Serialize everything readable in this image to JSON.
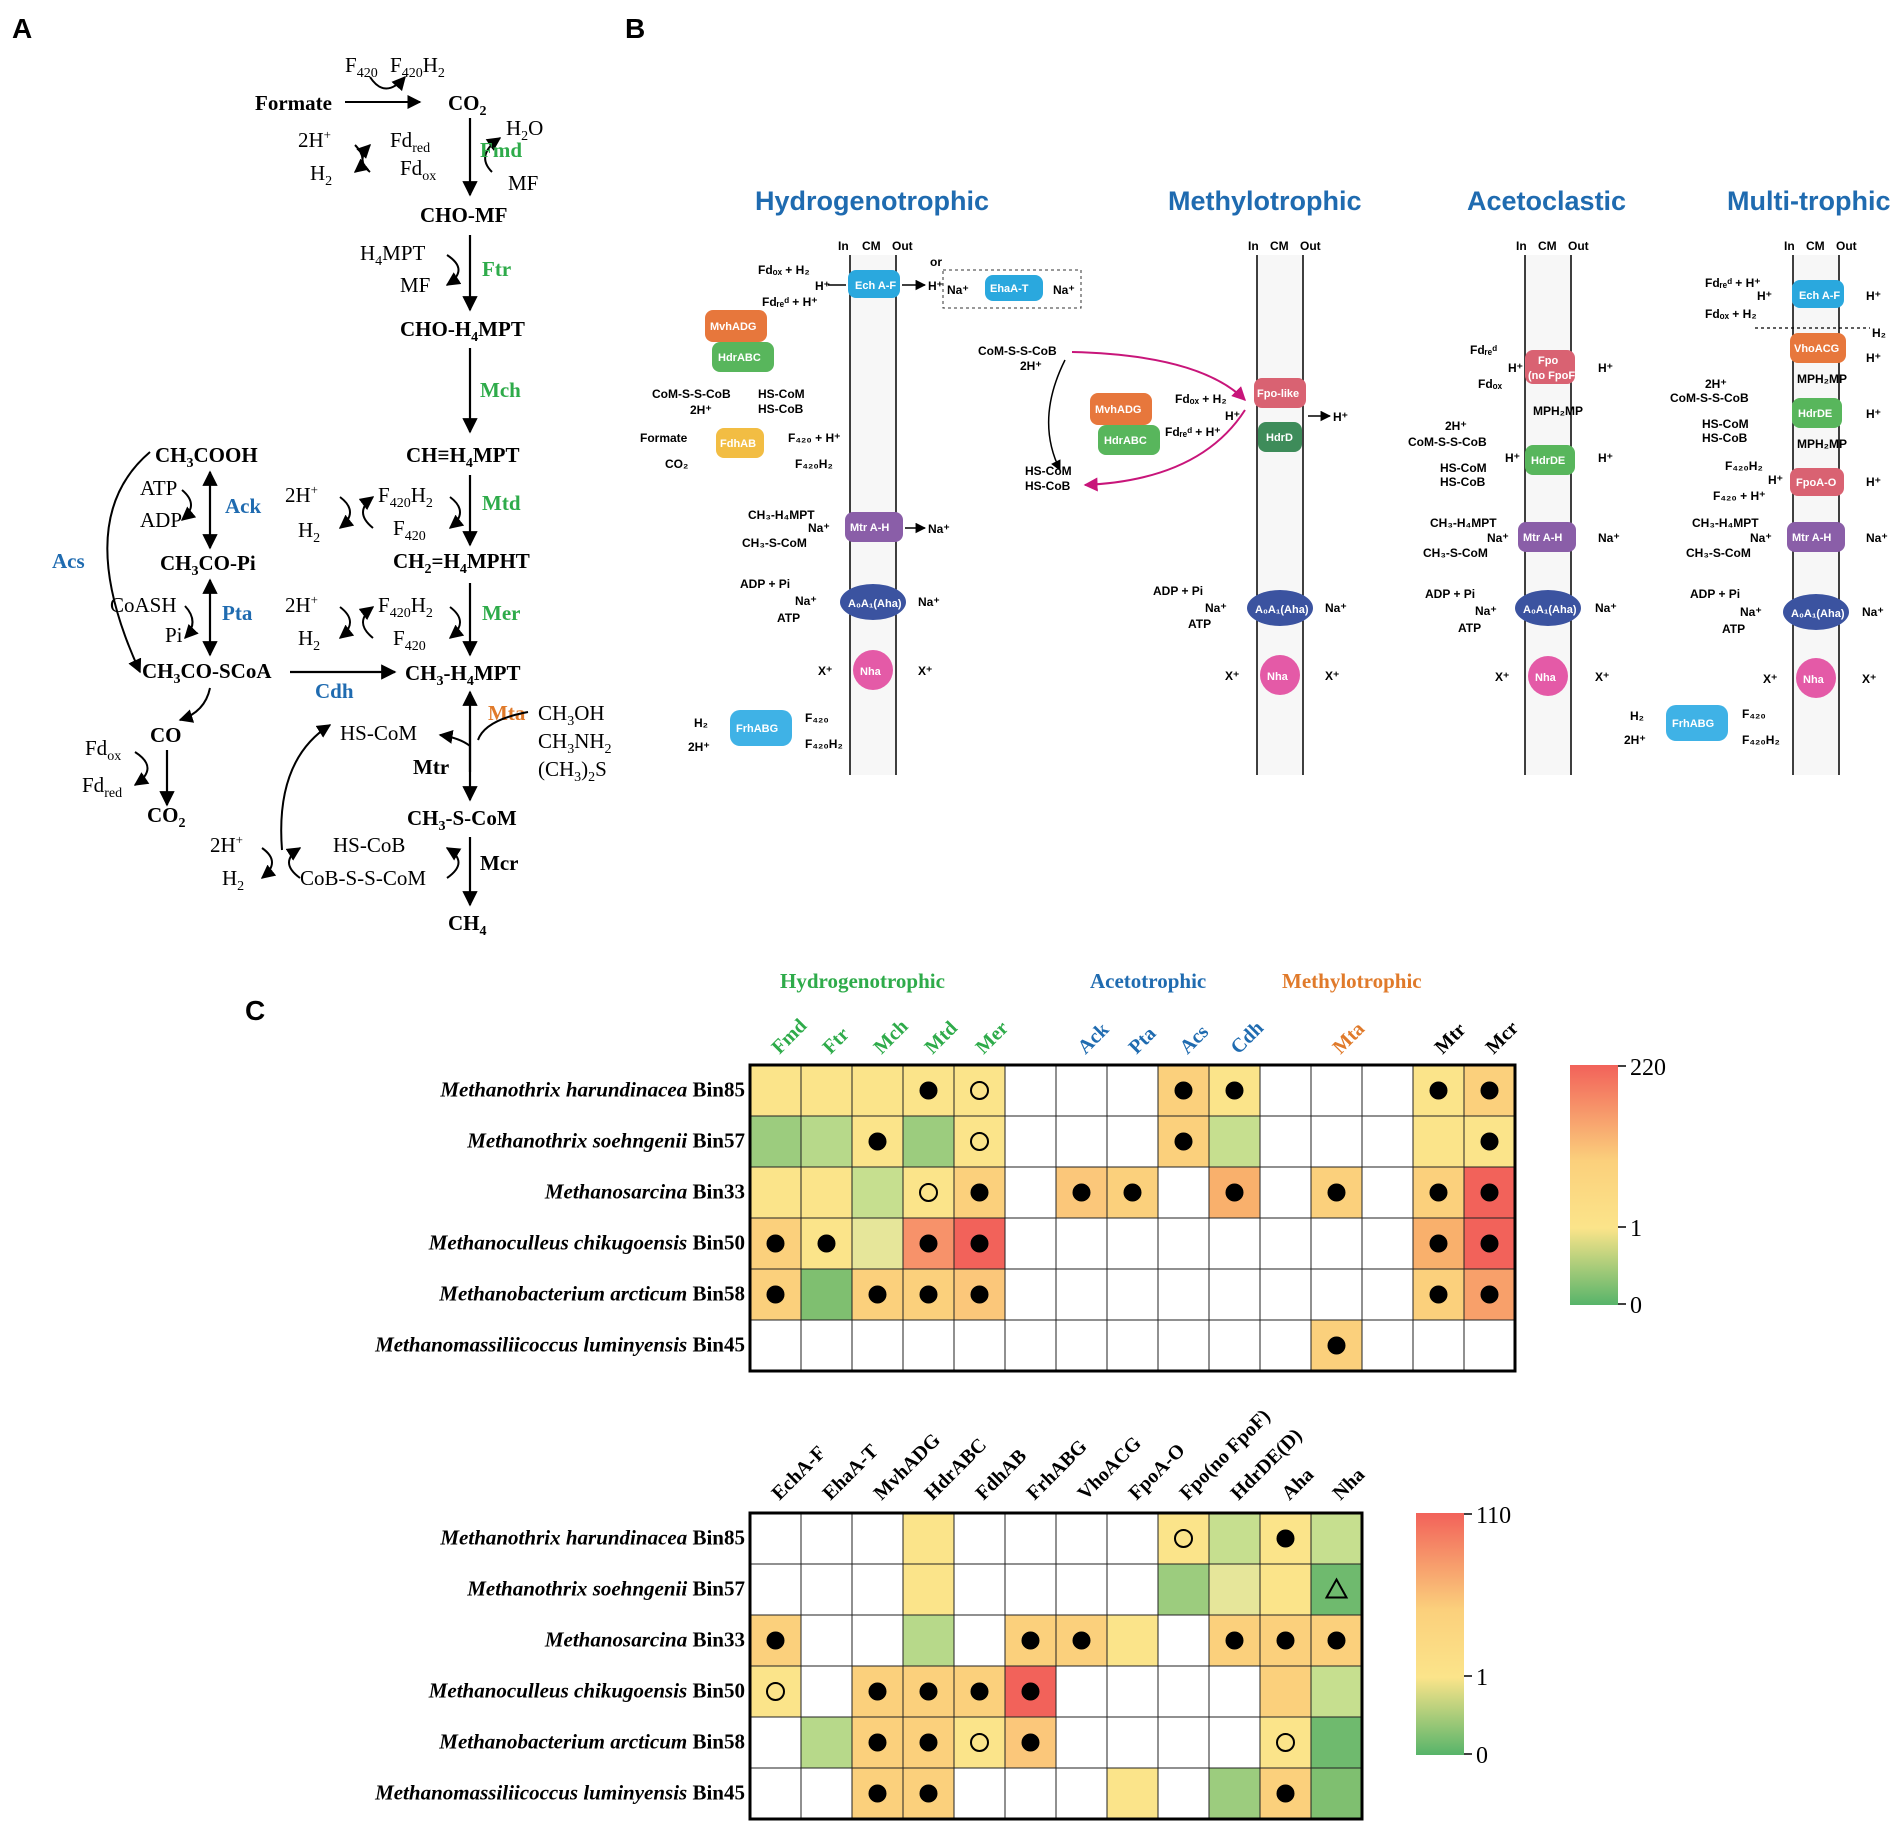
{
  "panels": {
    "a": "A",
    "b": "B",
    "c": "C"
  },
  "panel_a": {
    "formate": "Formate",
    "co2_top": "CO",
    "f420": "F",
    "f420h2": "F",
    "two_h_plus": "2H",
    "h2": "H",
    "fd_red": "Fd",
    "fd_ox": "Fd",
    "h2o": "H",
    "mf": "MF",
    "fmd": "Fmd",
    "cho_mf": "CHO-MF",
    "h4mpt": "H",
    "ftr": "Ftr",
    "cho_h4mpt": "CHO-H",
    "mch": "Mch",
    "ch_h4mpt": "CH≡H",
    "mtd": "Mtd",
    "ch2_h4mpht": "CH",
    "mer": "Mer",
    "ch3_h4mpt": "CH",
    "cdh": "Cdh",
    "ch3cooh": "CH",
    "atp": "ATP",
    "adp": "ADP",
    "ack": "Ack",
    "acs": "Acs",
    "ch3co_pi": "CH",
    "coash": "CoASH",
    "pi": "Pi",
    "pta": "Pta",
    "ch3co_scoa": "CH",
    "co": "CO",
    "co2_bottom": "CO",
    "mta": "Mta",
    "ch3oh": "CH",
    "ch3nh2": "CH",
    "ch3_2s": "(CH",
    "hs_com": "HS-CoM",
    "mtr": "Mtr",
    "ch3_s_com": "CH",
    "hs_cob": "HS-CoB",
    "cob_s_s_com": "CoB-S-S-CoM",
    "mcr": "Mcr",
    "ch4": "CH"
  },
  "panel_b": {
    "headers": [
      "Hydrogenotrophic",
      "Methylotrophic",
      "Acetoclastic",
      "Multi-trophic"
    ],
    "membrane_labels": [
      "In",
      "CM",
      "Out"
    ],
    "complexes": {
      "ech": "Ech A-F",
      "ehaa": "EhaA-T",
      "or": "or",
      "mvhadg": "MvhADG",
      "hdrabc": "HdrABC",
      "fdhab": "FdhAB",
      "mtr": "Mtr A-H",
      "aha": "A₀A₁(Aha)",
      "nha": "Nha",
      "frhabg": "FrhABG",
      "fpo_like": "Fpo-like",
      "hdrd": "HdrD",
      "fpo": "Fpo",
      "no_fpof": "(no FpoF)",
      "hdrde": "HdrDE",
      "vhoacg": "VhoACG",
      "fpoa_o": "FpoA-O"
    },
    "labels": {
      "com_s_s_cob": "CoM-S-S-CoB",
      "two_h": "2H⁺",
      "hs_com": "HS-CoM",
      "hs_cob": "HS-CoB",
      "formate": "Formate",
      "co2": "CO₂",
      "f420_h": "F₄₂₀ + H⁺",
      "f420h2": "F₄₂₀H₂",
      "ch3_h4mpt": "CH₃-H₄MPT",
      "ch3_s_com": "CH₃-S-CoM",
      "na": "Na⁺",
      "adp_pi": "ADP + Pi",
      "atp": "ATP",
      "x_plus": "X⁺",
      "h_plus": "H⁺",
      "h2": "H₂",
      "two_h2": "2H⁺",
      "fd_ox_h2": "Fdₒₓ + H₂",
      "fd_red_h": "Fdᵣₑᵈ + H⁺",
      "fd_red": "Fdᵣₑᵈ",
      "fd_ox": "Fdₒₓ",
      "mph2_mp": "MPH₂MP",
      "f420": "F₄₂₀"
    }
  },
  "panel_c": {
    "scale1": {
      "max": "220",
      "mid": "1",
      "min": "0"
    },
    "scale2": {
      "max": "110",
      "mid": "1",
      "min": "0"
    },
    "groups": [
      {
        "label": "Hydrogenotrophic",
        "color": "#2eab4a"
      },
      {
        "label": "Acetotrophic",
        "color": "#1f6bb0"
      },
      {
        "label": "Methylotrophic",
        "color": "#e07a2a"
      }
    ],
    "rows": [
      {
        "genus": "Methanothrix",
        "species": "harundinacea",
        "bin": "Bin85"
      },
      {
        "genus": "Methanothrix",
        "species": "soehngenii",
        "bin": "Bin57"
      },
      {
        "genus": "Methanosarcina",
        "species": "",
        "bin": "Bin33"
      },
      {
        "genus": "Methanoculleus",
        "species": "chikugoensis",
        "bin": "Bin50"
      },
      {
        "genus": "Methanobacterium",
        "species": "arcticum",
        "bin": "Bin58"
      },
      {
        "genus": "Methanomassiliicoccus",
        "species": "luminyensis",
        "bin": "Bin45"
      }
    ],
    "heatmap1": {
      "columns": [
        {
          "label": "Fmd",
          "color": "#2eab4a"
        },
        {
          "label": "Ftr",
          "color": "#2eab4a"
        },
        {
          "label": "Mch",
          "color": "#2eab4a"
        },
        {
          "label": "Mtd",
          "color": "#2eab4a"
        },
        {
          "label": "Mer",
          "color": "#2eab4a"
        },
        {
          "label": "",
          "color": "#000"
        },
        {
          "label": "Ack",
          "color": "#1f6bb0"
        },
        {
          "label": "Pta",
          "color": "#1f6bb0"
        },
        {
          "label": "Acs",
          "color": "#1f6bb0"
        },
        {
          "label": "Cdh",
          "color": "#1f6bb0"
        },
        {
          "label": "",
          "color": "#000"
        },
        {
          "label": "Mta",
          "color": "#e07a2a"
        },
        {
          "label": "",
          "color": "#000"
        },
        {
          "label": "Mtr",
          "color": "#000"
        },
        {
          "label": "Mcr",
          "color": "#000"
        }
      ],
      "cells": [
        [
          [
            "#fbe48a",
            ""
          ],
          [
            "#fbe48a",
            ""
          ],
          [
            "#fbe48a",
            ""
          ],
          [
            "#fbe48a",
            "dot"
          ],
          [
            "#fbe48a",
            "ring"
          ],
          [
            "",
            ""
          ],
          [
            "",
            ""
          ],
          [
            "",
            ""
          ],
          [
            "#fbd07c",
            "dot"
          ],
          [
            "#fbe48a",
            "dot"
          ],
          [
            "",
            ""
          ],
          [
            "",
            ""
          ],
          [
            "",
            ""
          ],
          [
            "#fbe48a",
            "dot"
          ],
          [
            "#fbd07c",
            "dot"
          ]
        ],
        [
          [
            "#9ccc7e",
            ""
          ],
          [
            "#b7d98a",
            ""
          ],
          [
            "#fbe48a",
            "dot"
          ],
          [
            "#9ccc7e",
            ""
          ],
          [
            "#fbe48a",
            "ring"
          ],
          [
            "",
            ""
          ],
          [
            "",
            ""
          ],
          [
            "",
            ""
          ],
          [
            "#fbd07c",
            "dot"
          ],
          [
            "#c6df8f",
            ""
          ],
          [
            "",
            ""
          ],
          [
            "",
            ""
          ],
          [
            "",
            ""
          ],
          [
            "#fbe48a",
            ""
          ],
          [
            "#fbe48a",
            "dot"
          ]
        ],
        [
          [
            "#fbe48a",
            ""
          ],
          [
            "#fbe48a",
            ""
          ],
          [
            "#c6df8f",
            ""
          ],
          [
            "#fbe48a",
            "ring"
          ],
          [
            "#fbd07c",
            "dot"
          ],
          [
            "",
            ""
          ],
          [
            "#fbc77a",
            "dot"
          ],
          [
            "#fbd07c",
            "dot"
          ],
          [
            "",
            ""
          ],
          [
            "#f9b06c",
            "dot"
          ],
          [
            "",
            ""
          ],
          [
            "#fbd07c",
            "dot"
          ],
          [
            "",
            ""
          ],
          [
            "#fbd07c",
            "dot"
          ],
          [
            "#f2625a",
            "dot"
          ]
        ],
        [
          [
            "#fbd07c",
            "dot"
          ],
          [
            "#fbe48a",
            "dot"
          ],
          [
            "#e6e69a",
            ""
          ],
          [
            "#f7926a",
            "dot"
          ],
          [
            "#f2625a",
            "dot"
          ],
          [
            "",
            ""
          ],
          [
            "",
            ""
          ],
          [
            "",
            ""
          ],
          [
            "",
            ""
          ],
          [
            "",
            ""
          ],
          [
            "",
            ""
          ],
          [
            "",
            ""
          ],
          [
            "",
            ""
          ],
          [
            "#f9b06c",
            "dot"
          ],
          [
            "#f2625a",
            "dot"
          ]
        ],
        [
          [
            "#fbd07c",
            "dot"
          ],
          [
            "#7fbf70",
            ""
          ],
          [
            "#fbd07c",
            "dot"
          ],
          [
            "#fbd07c",
            "dot"
          ],
          [
            "#fbc77a",
            "dot"
          ],
          [
            "",
            ""
          ],
          [
            "",
            ""
          ],
          [
            "",
            ""
          ],
          [
            "",
            ""
          ],
          [
            "",
            ""
          ],
          [
            "",
            ""
          ],
          [
            "",
            ""
          ],
          [
            "",
            ""
          ],
          [
            "#fbd07c",
            "dot"
          ],
          [
            "#f8a06a",
            "dot"
          ]
        ],
        [
          [
            "",
            ""
          ],
          [
            "",
            ""
          ],
          [
            "",
            ""
          ],
          [
            "",
            ""
          ],
          [
            "",
            ""
          ],
          [
            "",
            ""
          ],
          [
            "",
            ""
          ],
          [
            "",
            ""
          ],
          [
            "",
            ""
          ],
          [
            "",
            ""
          ],
          [
            "",
            ""
          ],
          [
            "#fbd07c",
            "dot"
          ],
          [
            "",
            ""
          ],
          [
            "",
            ""
          ],
          [
            "",
            ""
          ]
        ]
      ]
    },
    "heatmap2": {
      "columns": [
        "EchA-F",
        "EhaA-T",
        "MvhADG",
        "HdrABC",
        "FdhAB",
        "FrhABG",
        "VhoACG",
        "FpoA-O",
        "Fpo(no FpoF)",
        "HdrDE(D)",
        "Aha",
        "Nha"
      ],
      "cells": [
        [
          [
            "",
            ""
          ],
          [
            "",
            ""
          ],
          [
            "",
            ""
          ],
          [
            "#fbe48a",
            ""
          ],
          [
            "",
            ""
          ],
          [
            "",
            ""
          ],
          [
            "",
            ""
          ],
          [
            "",
            ""
          ],
          [
            "#fbe48a",
            "ring"
          ],
          [
            "#c6df8f",
            ""
          ],
          [
            "#fbe48a",
            "dot"
          ],
          [
            "#c6df8f",
            ""
          ]
        ],
        [
          [
            "",
            ""
          ],
          [
            "",
            ""
          ],
          [
            "",
            ""
          ],
          [
            "#fbe48a",
            ""
          ],
          [
            "",
            ""
          ],
          [
            "",
            ""
          ],
          [
            "",
            ""
          ],
          [
            "",
            ""
          ],
          [
            "#9ccc7e",
            ""
          ],
          [
            "#e6e69a",
            ""
          ],
          [
            "#fbe48a",
            ""
          ],
          [
            "#6fba6e",
            "tri"
          ]
        ],
        [
          [
            "#fbd07c",
            "dot"
          ],
          [
            "",
            ""
          ],
          [
            "",
            ""
          ],
          [
            "#b7d98a",
            ""
          ],
          [
            "",
            ""
          ],
          [
            "#fbd07c",
            "dot"
          ],
          [
            "#fbd07c",
            "dot"
          ],
          [
            "#fbe48a",
            ""
          ],
          [
            "",
            ""
          ],
          [
            "#fbd07c",
            "dot"
          ],
          [
            "#fbd07c",
            "dot"
          ],
          [
            "#fbd07c",
            "dot"
          ]
        ],
        [
          [
            "#fbe48a",
            "ring"
          ],
          [
            "",
            ""
          ],
          [
            "#fbd07c",
            "dot"
          ],
          [
            "#fbd07c",
            "dot"
          ],
          [
            "#fbd07c",
            "dot"
          ],
          [
            "#f2625a",
            "dot"
          ],
          [
            "",
            ""
          ],
          [
            "",
            ""
          ],
          [
            "",
            ""
          ],
          [
            "",
            ""
          ],
          [
            "#fbd07c",
            ""
          ],
          [
            "#c6df8f",
            ""
          ]
        ],
        [
          [
            "",
            ""
          ],
          [
            "#b7d98a",
            ""
          ],
          [
            "#fbd07c",
            "dot"
          ],
          [
            "#fbd07c",
            "dot"
          ],
          [
            "#fbe48a",
            "ring"
          ],
          [
            "#fbc77a",
            "dot"
          ],
          [
            "",
            ""
          ],
          [
            "",
            ""
          ],
          [
            "",
            ""
          ],
          [
            "",
            ""
          ],
          [
            "#fbe48a",
            "ring"
          ],
          [
            "#6fba6e",
            ""
          ]
        ],
        [
          [
            "",
            ""
          ],
          [
            "",
            ""
          ],
          [
            "#fbd07c",
            "dot"
          ],
          [
            "#fbd07c",
            "dot"
          ],
          [
            "",
            ""
          ],
          [
            "",
            ""
          ],
          [
            "",
            ""
          ],
          [
            "#fbe48a",
            ""
          ],
          [
            "",
            ""
          ],
          [
            "#9ccc7e",
            ""
          ],
          [
            "#fbd07c",
            "dot"
          ],
          [
            "#7fbf70",
            ""
          ]
        ]
      ]
    }
  }
}
